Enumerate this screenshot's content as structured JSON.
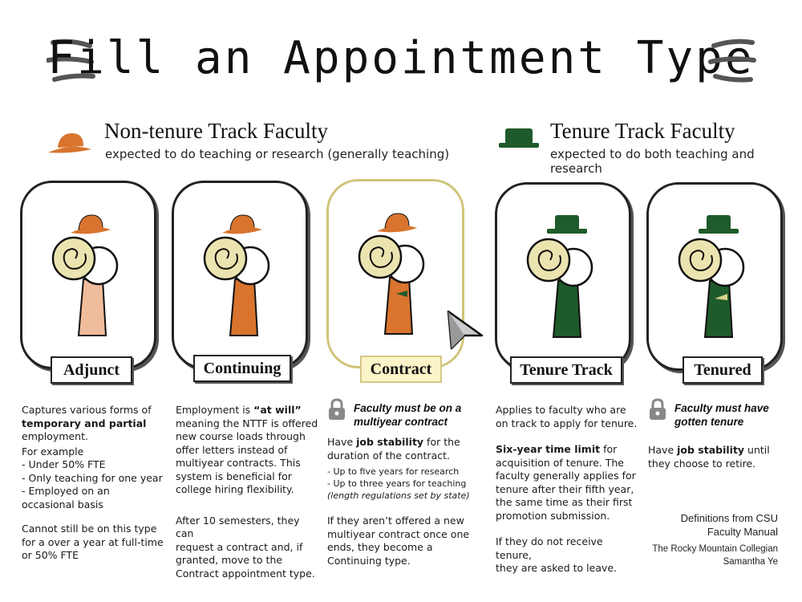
{
  "title": "Fill an Appointment Type",
  "sections": {
    "nttf": {
      "title": "Non-tenure Track Faculty",
      "subtitle": "expected to do teaching or research (generally teaching)"
    },
    "ttf": {
      "title": "Tenure Track Faculty",
      "subtitle": "expected to do both teaching and research"
    }
  },
  "colors": {
    "nttf_orange": "#d8742e",
    "ttf_green": "#1f5a2a",
    "adjunct_body": "#f0bd9c",
    "horn": "#ebe4b0",
    "selected_outline": "#d4c884",
    "selected_label_bg": "#fbf4c8"
  },
  "cards": [
    {
      "label": "Adjunct"
    },
    {
      "label": "Continuing"
    },
    {
      "label": "Contract"
    },
    {
      "label": "Tenure Track"
    },
    {
      "label": "Tenured"
    }
  ],
  "adjunct": {
    "t1": "Captures various forms of",
    "t2": "temporary and partial",
    "t3": "employment.",
    "t4": "For example",
    "t5": "- Under 50% FTE",
    "t6": "- Only teaching for one year",
    "t7": "- Employed on an",
    "t8": "occasional basis",
    "t9": "Cannot still be on this type",
    "t10": "for a over a year at full-time",
    "t11": "or 50% FTE"
  },
  "continuing": {
    "t1a": "Employment is ",
    "t1b": "“at will”",
    "t2": "meaning the NTTF is offered",
    "t3": "new course loads through",
    "t4": "offer letters instead of",
    "t5": "multiyear contracts. This",
    "t6": "system is beneficial for",
    "t7": "college hiring flexibility.",
    "t8": "After 10 semesters, they can",
    "t9": "request a contract and, if",
    "t10": "granted, move to the",
    "t11": "Contract appointment type."
  },
  "contract": {
    "note1": "Faculty must be on a",
    "note2": "multiyear contract",
    "t1a": "Have ",
    "t1b": "job stability",
    "t1c": " for the",
    "t2": "duration of the contract.",
    "s1": "- Up to five years for research",
    "s2": "- Up to three years for teaching",
    "s3": "(length regulations set by state)",
    "t3": "If they aren’t offered a new",
    "t4": "multiyear contract once one",
    "t5": "ends, they become a",
    "t6": "Continuing type."
  },
  "tenure_track": {
    "t1": "Applies to faculty who are",
    "t2": "on track to apply for tenure.",
    "t3a": "Six-year time limit",
    "t3b": " for",
    "t4": "acquisition of tenure. The",
    "t5": "faculty generally applies for",
    "t6": "tenure after their fifth year,",
    "t7": "the same time as their first",
    "t8": "promotion submission.",
    "t9": "If they do not receive tenure,",
    "t10": "they are asked to leave."
  },
  "tenured": {
    "note1": "Faculty must have",
    "note2": "gotten tenure",
    "t1a": "Have ",
    "t1b": "job stability",
    "t1c": " until",
    "t2": "they choose to retire."
  },
  "credits": {
    "line1": "Definitions from CSU",
    "line2": "Faculty Manual",
    "line3": "The Rocky Mountain Collegian",
    "line4": "Samantha Ye"
  }
}
